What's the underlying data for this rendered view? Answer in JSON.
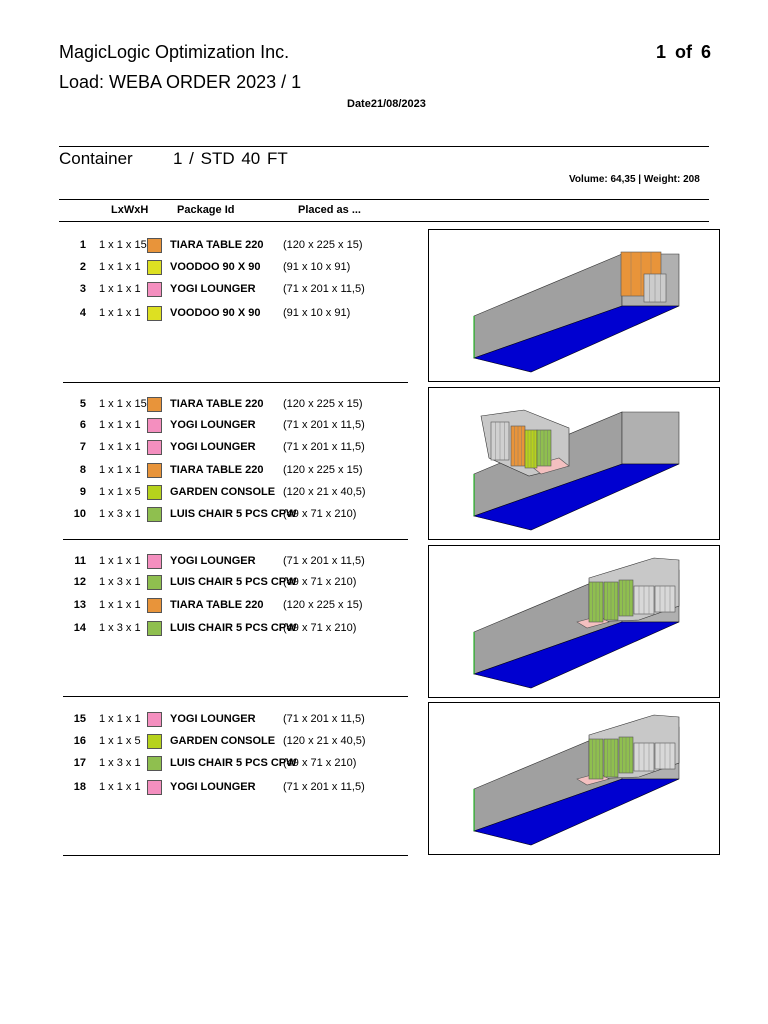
{
  "header": {
    "company": "MagicLogic Optimization Inc.",
    "page": "1 of 6",
    "load": "Load: WEBA ORDER 2023 / 1",
    "date": "Date21/08/2023"
  },
  "container": {
    "label": "Container",
    "value": "1  /  STD 40 FT",
    "volume_weight": "Volume: 64,35  |  Weight: 208"
  },
  "columns": {
    "lxwxh": "LxWxH",
    "package_id": "Package Id",
    "placed_as": "Placed as ..."
  },
  "colors": {
    "orange": "#e8943a",
    "pink": "#f48fbf",
    "yellow": "#dde022",
    "lime": "#b6d21c",
    "green": "#8fbf4f",
    "floor": "#0000d0",
    "wall": "#a0a0a0"
  },
  "rows": [
    {
      "n": "1",
      "dims": "1 x 1 x 15",
      "color": "#e8943a",
      "name": "TIARA TABLE 220",
      "placed": "(120 x 225 x 15)"
    },
    {
      "n": "2",
      "dims": "1 x 1 x 1",
      "color": "#dde022",
      "name": "VOODOO 90 X 90",
      "placed": "(91 x 10 x 91)"
    },
    {
      "n": "3",
      "dims": "1 x 1 x 1",
      "color": "#f48fbf",
      "name": "YOGI LOUNGER",
      "placed": "(71 x 201 x 11,5)"
    },
    {
      "n": "4",
      "dims": "1 x 1 x 1",
      "color": "#dde022",
      "name": "VOODOO 90 X 90",
      "placed": "(91 x 10 x 91)"
    },
    {
      "n": "5",
      "dims": "1 x 1 x 15",
      "color": "#e8943a",
      "name": "TIARA TABLE 220",
      "placed": "(120 x 225 x 15)"
    },
    {
      "n": "6",
      "dims": "1 x 1 x 1",
      "color": "#f48fbf",
      "name": "YOGI LOUNGER",
      "placed": "(71 x 201 x 11,5)"
    },
    {
      "n": "7",
      "dims": "1 x 1 x 1",
      "color": "#f48fbf",
      "name": "YOGI LOUNGER",
      "placed": "(71 x 201 x 11,5)"
    },
    {
      "n": "8",
      "dims": "1 x 1 x 1",
      "color": "#e8943a",
      "name": "TIARA TABLE 220",
      "placed": "(120 x 225 x 15)"
    },
    {
      "n": "9",
      "dims": "1 x 1 x 5",
      "color": "#b6d21c",
      "name": "GARDEN CONSOLE",
      "placed": "(120 x 21 x 40,5)"
    },
    {
      "n": "10",
      "dims": "1 x 3 x 1",
      "color": "#8fbf4f",
      "name": "LUIS CHAIR 5 PCS CPW",
      "placed": "(49 x 71 x 210)"
    },
    {
      "n": "11",
      "dims": "1 x 1 x 1",
      "color": "#f48fbf",
      "name": "YOGI LOUNGER",
      "placed": "(71 x 201 x 11,5)"
    },
    {
      "n": "12",
      "dims": "1 x 3 x 1",
      "color": "#8fbf4f",
      "name": "LUIS CHAIR 5 PCS CPW",
      "placed": "(49 x 71 x 210)"
    },
    {
      "n": "13",
      "dims": "1 x 1 x 1",
      "color": "#e8943a",
      "name": "TIARA TABLE 220",
      "placed": "(120 x 225 x 15)"
    },
    {
      "n": "14",
      "dims": "1 x 3 x 1",
      "color": "#8fbf4f",
      "name": "LUIS CHAIR 5 PCS CPW",
      "placed": "(49 x 71 x 210)"
    },
    {
      "n": "15",
      "dims": "1 x 1 x 1",
      "color": "#f48fbf",
      "name": "YOGI LOUNGER",
      "placed": "(71 x 201 x 11,5)"
    },
    {
      "n": "16",
      "dims": "1 x 1 x 5",
      "color": "#b6d21c",
      "name": "GARDEN CONSOLE",
      "placed": "(120 x 21 x 40,5)"
    },
    {
      "n": "17",
      "dims": "1 x 3 x 1",
      "color": "#8fbf4f",
      "name": "LUIS CHAIR 5 PCS CPW",
      "placed": "(49 x 71 x 210)"
    },
    {
      "n": "18",
      "dims": "1 x 1 x 1",
      "color": "#f48fbf",
      "name": "YOGI LOUNGER",
      "placed": "(71 x 201 x 11,5)"
    }
  ],
  "diagrams": [
    {
      "cargo": "front-tall",
      "colors": [
        "#e8943a",
        "#f48fbf"
      ]
    },
    {
      "cargo": "back-stack",
      "colors": [
        "#e8943a",
        "#b6d21c",
        "#8fbf4f"
      ]
    },
    {
      "cargo": "mid-stack",
      "colors": [
        "#8fbf4f",
        "#f48fbf"
      ]
    },
    {
      "cargo": "mid-stack2",
      "colors": [
        "#8fbf4f",
        "#f48fbf"
      ]
    }
  ]
}
